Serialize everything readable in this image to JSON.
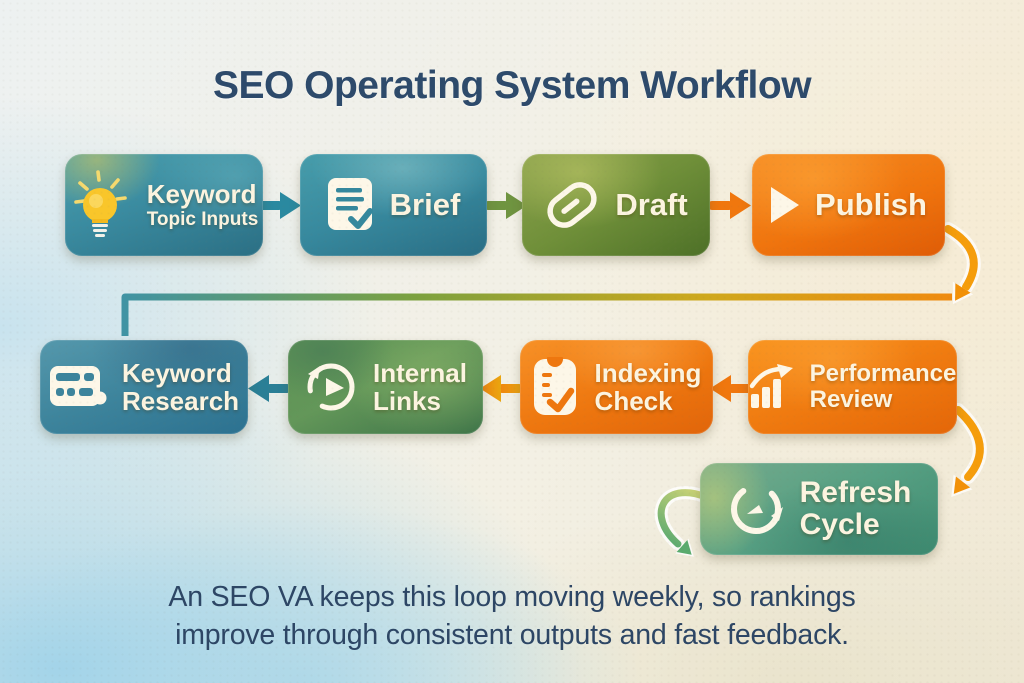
{
  "title": "SEO Operating System Workflow",
  "caption": {
    "line1": "An SEO VA keeps this loop moving weekly, so rankings",
    "line2": "improve through consistent outputs and fast feedback."
  },
  "nodes": {
    "row1": [
      {
        "id": "keyword-topic-inputs",
        "line1": "Keyword",
        "line2": "Topic Inputs",
        "icon": "lightbulb-icon",
        "color": "#35889d"
      },
      {
        "id": "brief",
        "label": "Brief",
        "icon": "document-check-icon",
        "color": "#35889d"
      },
      {
        "id": "draft",
        "label": "Draft",
        "icon": "paperclip-icon",
        "color": "#6e8f39"
      },
      {
        "id": "publish",
        "label": "Publish",
        "icon": "play-icon",
        "color": "#ef760e"
      }
    ],
    "row2": [
      {
        "id": "keyword-research",
        "line1": "Keyword",
        "line2": "Research",
        "icon": "keyword-table-icon",
        "color": "#3d849c"
      },
      {
        "id": "internal-links",
        "line1": "Internal",
        "line2": "Links",
        "icon": "clock-icon",
        "color": "#55894f"
      },
      {
        "id": "indexing-check",
        "line1": "Indexing",
        "line2": "Check",
        "icon": "clipboard-check-icon",
        "color": "#ee770f"
      },
      {
        "id": "performance-review",
        "line1": "Performance",
        "line2": "Review",
        "icon": "bar-chart-icon",
        "color": "#f07b10"
      }
    ],
    "row3": [
      {
        "id": "refresh-cycle",
        "line1": "Refresh",
        "line2": "Cycle",
        "icon": "refresh-icon",
        "color": "#57a083"
      }
    ]
  },
  "flow": {
    "row1_direction": "left-to-right",
    "row2_direction": "right-to-left",
    "connector": "Publish loops down and back to Keyword Research",
    "performance_to_refresh": "Performance Review feeds Refresh Cycle"
  },
  "colors": {
    "background_blue": "#a3d4e9",
    "background_cream": "#f5ecd8",
    "teal": "#35889d",
    "olive_green": "#6e8f39",
    "orange": "#ef760e",
    "sage_green": "#57a083",
    "title_text": "#2d4a6b",
    "caption_text": "#2d4665",
    "label_text": "#fcf4e0",
    "bulb_yellow": "#f9c62a"
  }
}
